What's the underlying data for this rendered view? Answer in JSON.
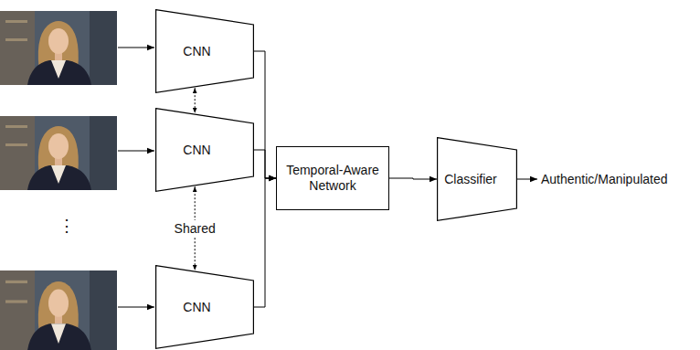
{
  "diagram": {
    "nodes": [
      {
        "text": [
          "CNN"
        ]
      },
      {
        "text": [
          "CNN"
        ]
      },
      {
        "text": [
          "CNN"
        ]
      },
      {
        "text": [
          "Temporal-Aware Network"
        ]
      },
      {
        "text": [
          "Classifier"
        ]
      }
    ],
    "edges": [
      {
        "from": 0,
        "to": 3,
        "arrow": "to"
      },
      {
        "from": 1,
        "to": 3,
        "arrow": "to"
      },
      {
        "from": 2,
        "to": 3,
        "arrow": "to"
      },
      {
        "from": 3,
        "to": 4,
        "arrow": "to"
      },
      {
        "from": 0,
        "to": 1,
        "arrow": "both"
      },
      {
        "from": 1,
        "to": 2,
        "label": "Shared",
        "arrow": "both"
      }
    ],
    "labels": [
      "⋮",
      "Authentic/Manipulated"
    ]
  }
}
